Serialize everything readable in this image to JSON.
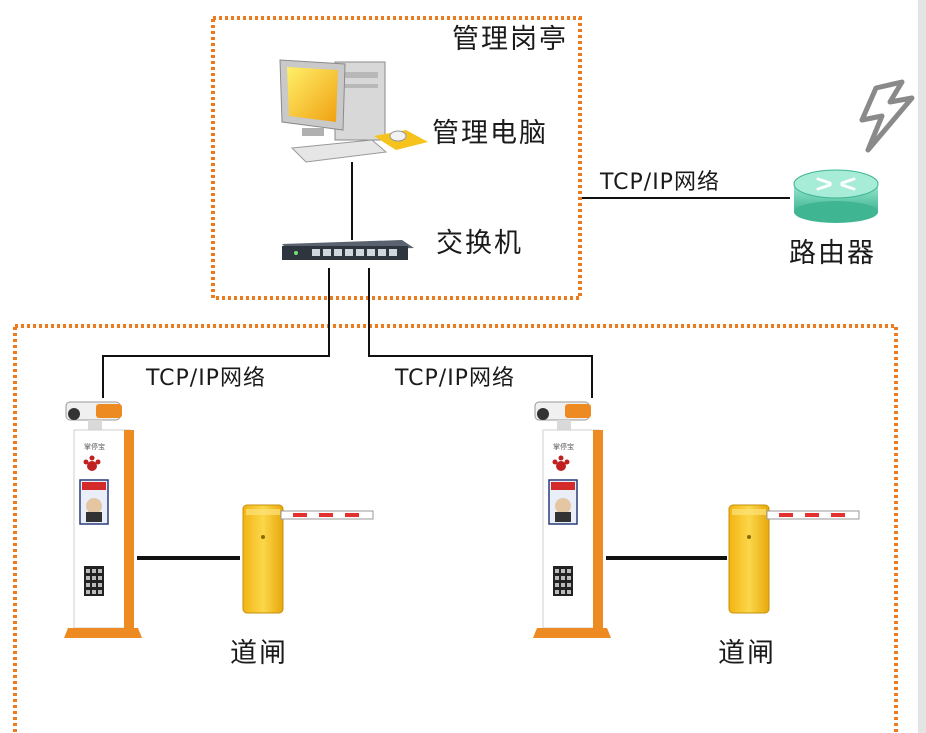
{
  "labels": {
    "booth": "管理岗亭",
    "computer": "管理电脑",
    "switch": "交换机",
    "router": "路由器",
    "network_top": "TCP/IP网络",
    "network_left": "TCP/IP网络",
    "network_right": "TCP/IP网络",
    "gate_left": "道闸",
    "gate_right": "道闸",
    "terminal_brand": "掌停宝"
  },
  "icons": [
    "computer-icon",
    "network-switch-icon",
    "router-icon",
    "lightning-icon",
    "parking-terminal-icon",
    "barrier-gate-icon"
  ],
  "colors": {
    "dotted_border": "#ee7a1e",
    "line": "#111111",
    "router": "#6fd3b5",
    "lightning": "#8a8a8a",
    "gate_body": "#f6c21c",
    "terminal_trim": "#ee8a22",
    "boom_stripe": "#e33030"
  }
}
